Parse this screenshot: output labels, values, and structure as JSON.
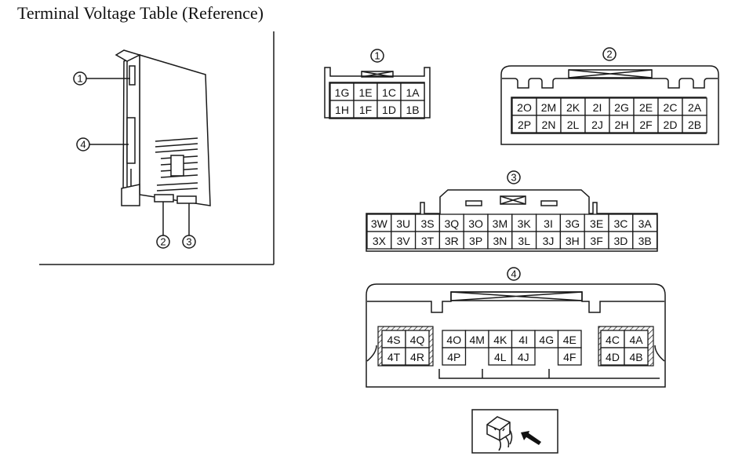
{
  "title": "Terminal Voltage Table (Reference)",
  "unit_callouts": [
    "1",
    "4",
    "2",
    "3"
  ],
  "connectors": [
    {
      "label": "1",
      "rows": [
        [
          "1G",
          "1E",
          "1C",
          "1A"
        ],
        [
          "1H",
          "1F",
          "1D",
          "1B"
        ]
      ]
    },
    {
      "label": "2",
      "rows": [
        [
          "2O",
          "2M",
          "2K",
          "2I",
          "2G",
          "2E",
          "2C",
          "2A"
        ],
        [
          "2P",
          "2N",
          "2L",
          "2J",
          "2H",
          "2F",
          "2D",
          "2B"
        ]
      ]
    },
    {
      "label": "3",
      "rows": [
        [
          "3W",
          "3U",
          "3S",
          "3Q",
          "3O",
          "3M",
          "3K",
          "3I",
          "3G",
          "3E",
          "3C",
          "3A"
        ],
        [
          "3X",
          "3V",
          "3T",
          "3R",
          "3P",
          "3N",
          "3L",
          "3J",
          "3H",
          "3F",
          "3D",
          "3B"
        ]
      ]
    },
    {
      "label": "4",
      "left_block": [
        [
          "4S",
          "4Q"
        ],
        [
          "4T",
          "4R"
        ]
      ],
      "center_block_top": [
        "4O",
        "4M",
        "4K",
        "4I",
        "4G",
        "4E"
      ],
      "center_block_bottom": [
        "4P",
        "",
        "4L",
        "4J",
        "",
        "4F"
      ],
      "right_block": [
        [
          "4C",
          "4A"
        ],
        [
          "4D",
          "4B"
        ]
      ]
    }
  ],
  "icons": [
    "harness-side-connector-icon",
    "arrow-icon"
  ]
}
